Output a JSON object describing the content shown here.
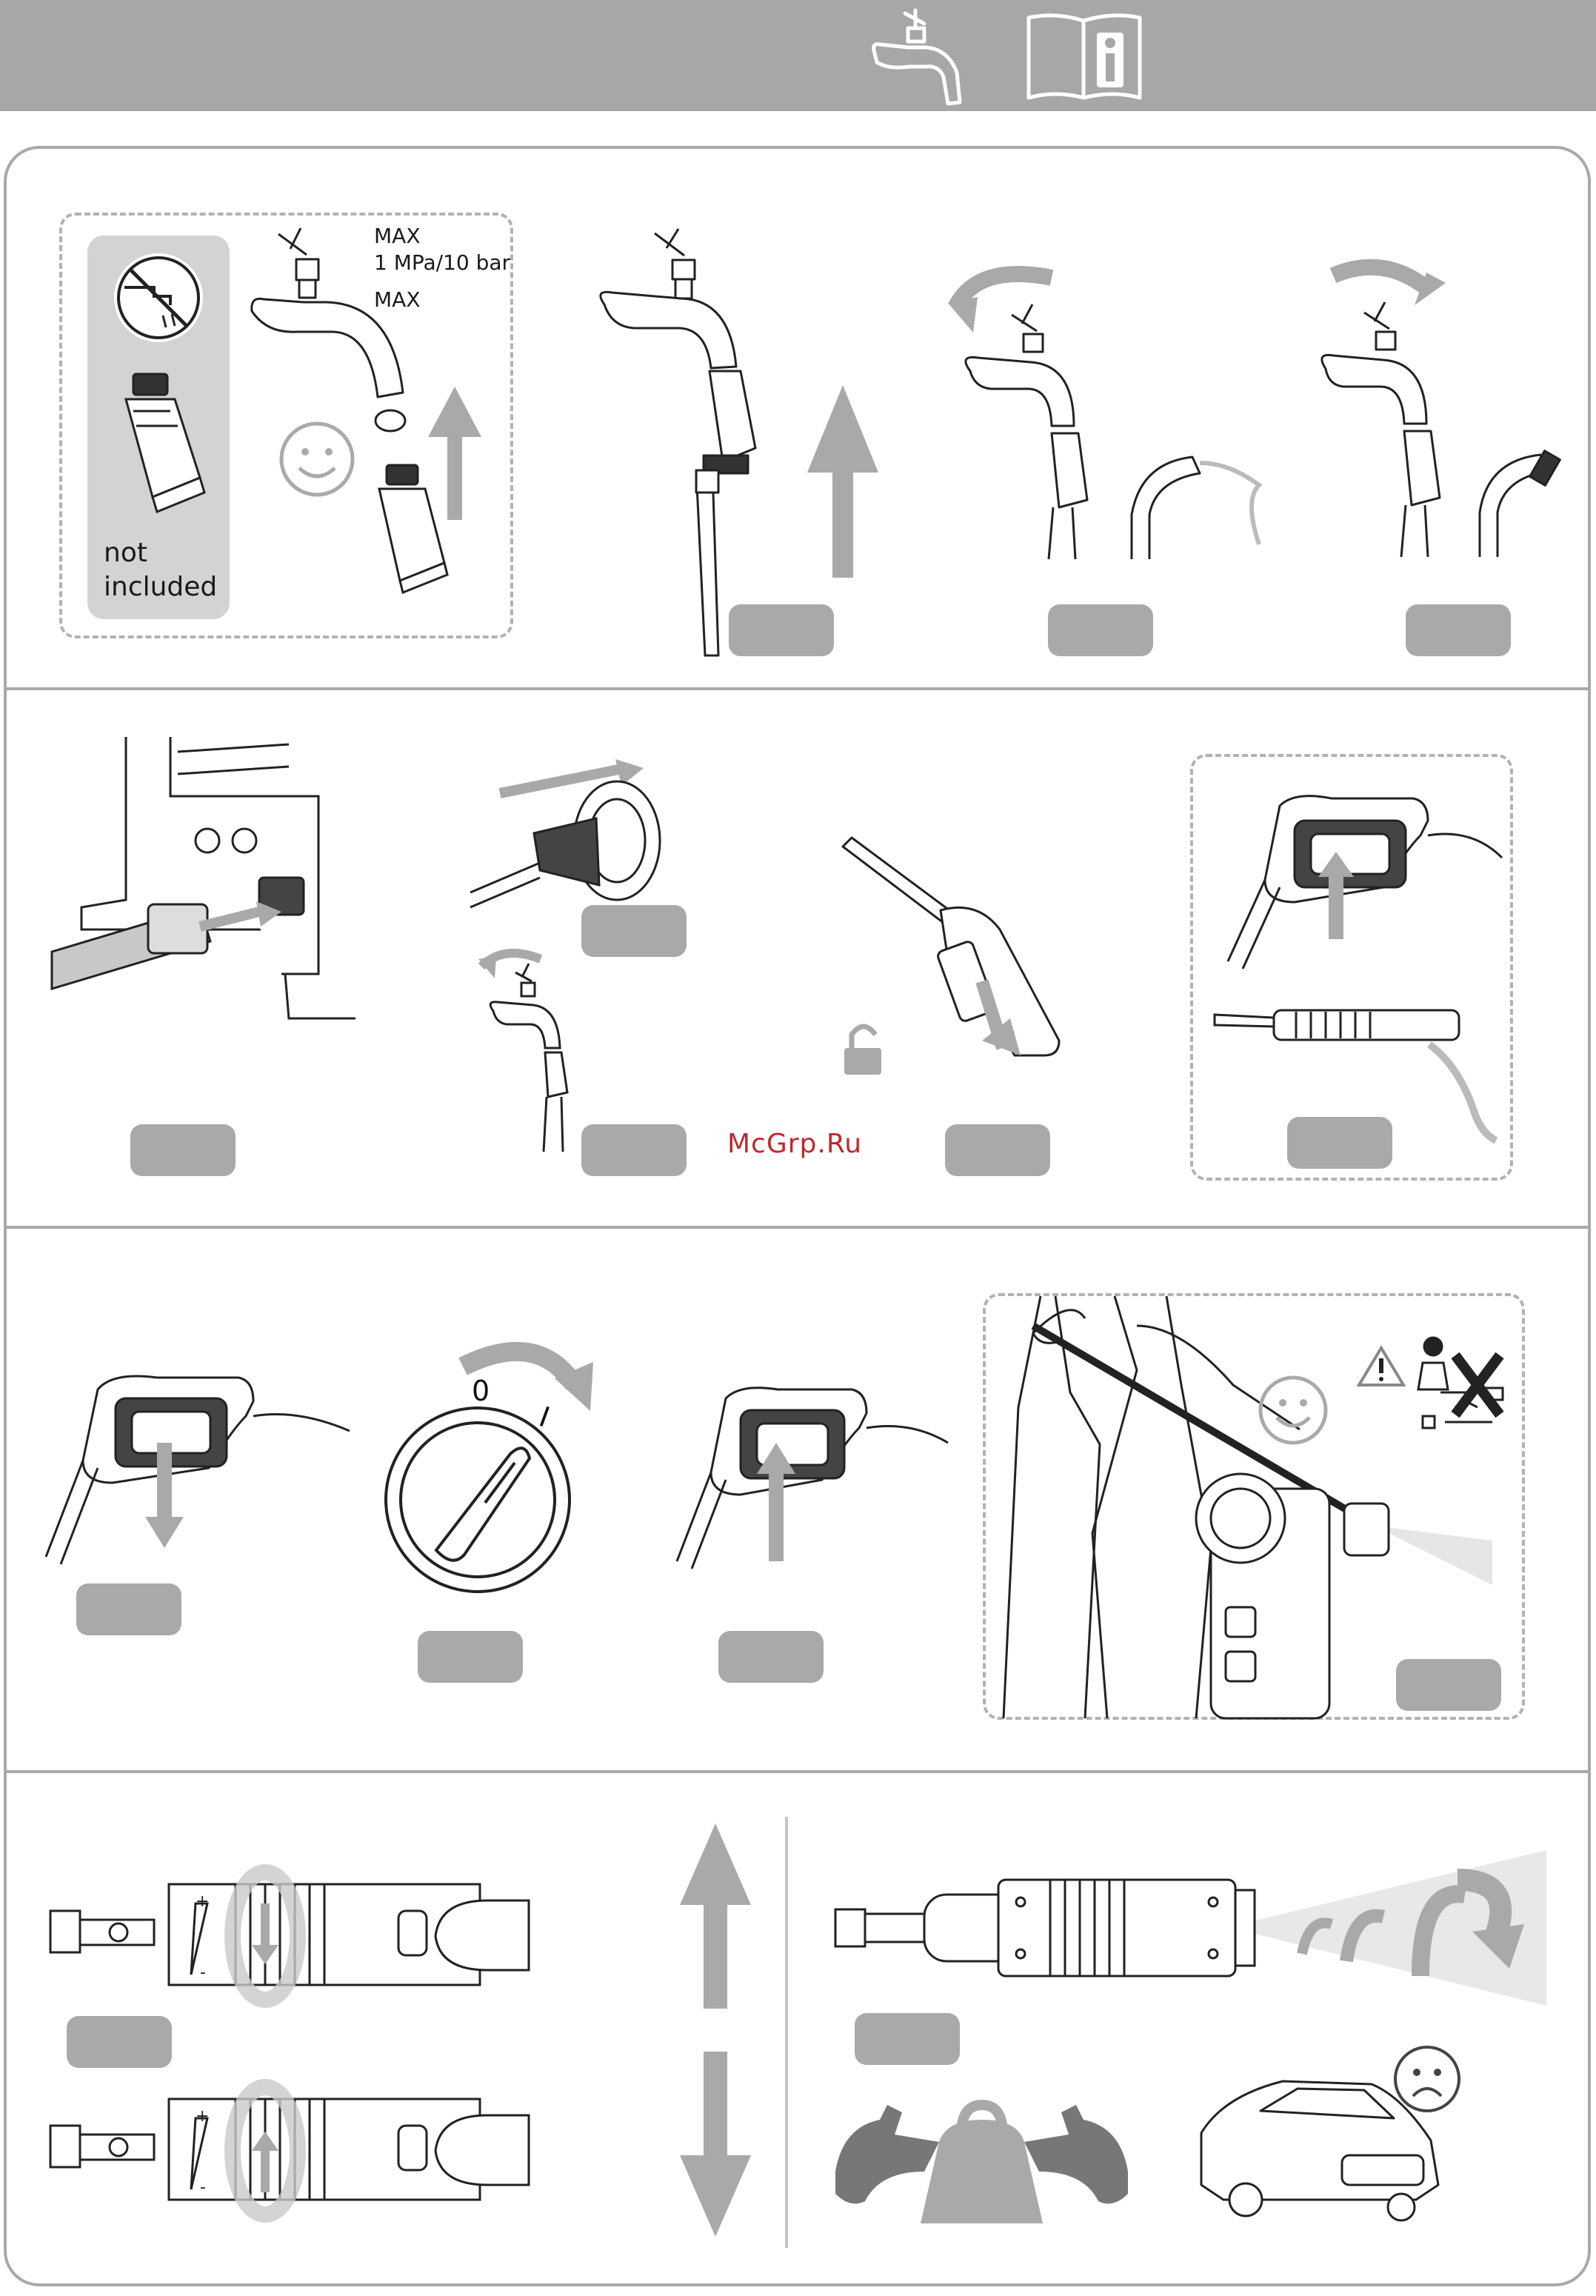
{
  "header": {
    "icons": [
      "water-tap-icon",
      "manual-info-icon"
    ]
  },
  "step1": {
    "max_label": "MAX",
    "pressure_label": "1 MPa/10 bar",
    "max_label_2": "MAX",
    "not_included_line1": "not",
    "not_included_line2": "included"
  },
  "step3": {
    "switch_off": "0",
    "switch_on": "I"
  },
  "watermark": "McGrp.Ru",
  "colors": {
    "bar": "#a7a7a7",
    "badge": "#a9a9a9",
    "panel_border": "#a9a9a9",
    "watermark": "#c0282e"
  }
}
